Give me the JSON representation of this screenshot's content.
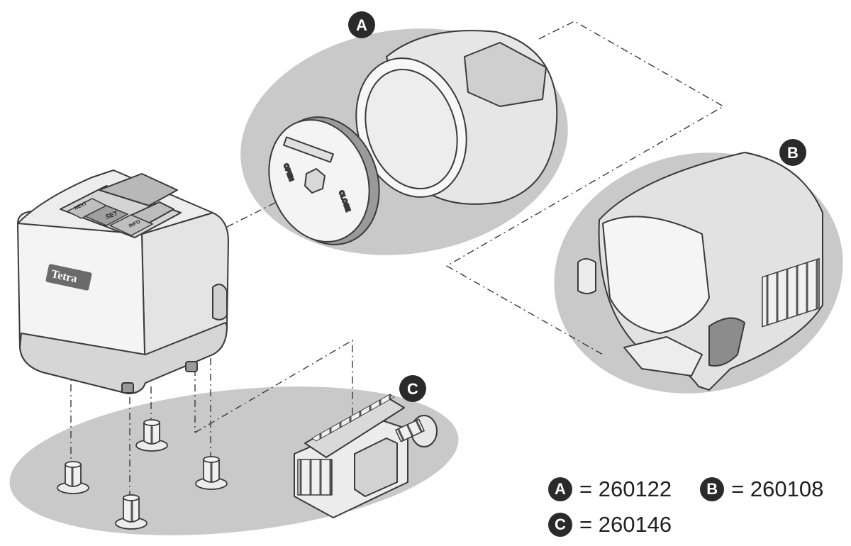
{
  "colors": {
    "oval": "#c9c9c9",
    "badge": "#2a2a2a",
    "line": "#3a3a3a",
    "part_fill": "#f4f4f4",
    "part_dark": "#9a9a9a",
    "legend_text": "#1f1f1f"
  },
  "device": {
    "brand": "Tetra",
    "button_set": "SET",
    "button_left": "NEXT",
    "button_right": "INFO"
  },
  "parts": {
    "a": {
      "badge": "A"
    },
    "b": {
      "badge": "B"
    },
    "c": {
      "badge": "C"
    }
  },
  "drum_lid": {
    "open_label": "OPEN",
    "close_label": "CLOSE"
  },
  "legend": [
    {
      "badge": "A",
      "text": "= 260122"
    },
    {
      "badge": "B",
      "text": "= 260108"
    },
    {
      "badge": "C",
      "text": "= 260146"
    }
  ]
}
